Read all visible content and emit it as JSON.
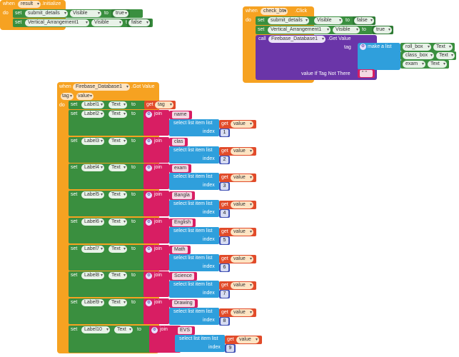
{
  "block1": {
    "when": "when",
    "component": "result",
    "event": ".Initialize",
    "do": "do",
    "rows": [
      {
        "set": "set",
        "component": "submit_details",
        "prop": "Visible",
        "to": "to",
        "value": "true"
      },
      {
        "set": "set",
        "component": "Vertical_Arrangement1",
        "prop": "Visible",
        "to": "to",
        "value": "false"
      }
    ]
  },
  "block2": {
    "when": "when",
    "component": "check_btn",
    "event": ".Click",
    "do": "do",
    "rows": [
      {
        "set": "set",
        "component": "submit_details",
        "prop": "Visible",
        "to": "to",
        "value": "false"
      },
      {
        "set": "set",
        "component": "Vertical_Arrangement1",
        "prop": "Visible",
        "to": "to",
        "value": "true"
      }
    ],
    "call": "call",
    "call_component": "Firebase_Database1",
    "call_method": ".Get Value",
    "tag": "tag",
    "make_list": "make a list",
    "list_items": [
      {
        "comp": "roll_box",
        "prop": "Text"
      },
      {
        "comp": "class_box",
        "prop": "Text"
      },
      {
        "comp": "exam",
        "prop": "Text"
      }
    ],
    "value_if": "value If Tag Not There",
    "empty_str": "\" \""
  },
  "block3": {
    "when": "when",
    "component": "Firebase_Database1",
    "event": ".Got Value",
    "params": [
      "tag",
      "value"
    ],
    "do": "do",
    "set": "set",
    "to": "to",
    "get": "get",
    "join": "join",
    "select": "select list item  list",
    "index": "index",
    "value_var": "value",
    "tag_var": "tag",
    "first": {
      "label": "Label1",
      "prop": "Text"
    },
    "rows": [
      {
        "label": "Label2",
        "prop": "Text",
        "str": "name",
        "idx": "1"
      },
      {
        "label": "Label3",
        "prop": "Text",
        "str": "clas",
        "idx": "2"
      },
      {
        "label": "Label4",
        "prop": "Text",
        "str": "exam",
        "idx": "3"
      },
      {
        "label": "Label5",
        "prop": "Text",
        "str": "Bangla",
        "idx": "4"
      },
      {
        "label": "Label6",
        "prop": "Text",
        "str": "English",
        "idx": "5"
      },
      {
        "label": "Label7",
        "prop": "Text",
        "str": "Math",
        "idx": "6"
      },
      {
        "label": "Label8",
        "prop": "Text",
        "str": "Science",
        "idx": "7"
      },
      {
        "label": "Label9",
        "prop": "Text",
        "str": "Drawing",
        "idx": "8"
      },
      {
        "label": "Label10",
        "prop": "Text",
        "str": "EVS",
        "idx": "9"
      }
    ]
  },
  "colors": {
    "event": "#f6a221",
    "setter": "#3a8f3f",
    "call": "#6a35a8",
    "list": "#2f9fdc",
    "text": "#d81e63",
    "variable": "#e14b2a",
    "math": "#3e4fb4"
  }
}
